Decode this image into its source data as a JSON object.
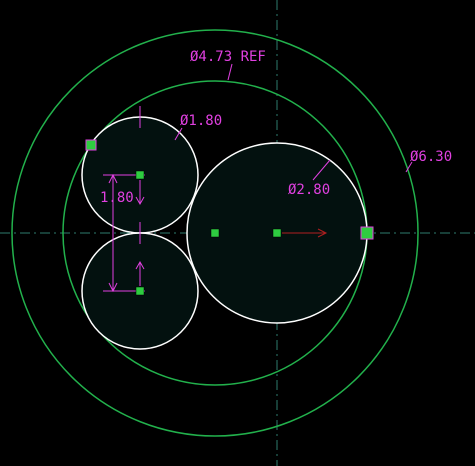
{
  "colors": {
    "background": "#000000",
    "green_circle": "#22b14c",
    "white_circle": "#ffffff",
    "fill_dark": "#03110f",
    "dimension": "#e040e0",
    "centerline": "#2e7d6e",
    "grip": "#2ecc40",
    "arrow_red": "#b02020"
  },
  "dimensions": {
    "outer_ref": "Ø4.73 REF",
    "outer": "Ø6.30",
    "small_top": "Ø1.80",
    "large": "Ø2.80",
    "spacing": "1.80"
  },
  "icons": [
    "grip-square-icon",
    "arrow-icon"
  ]
}
